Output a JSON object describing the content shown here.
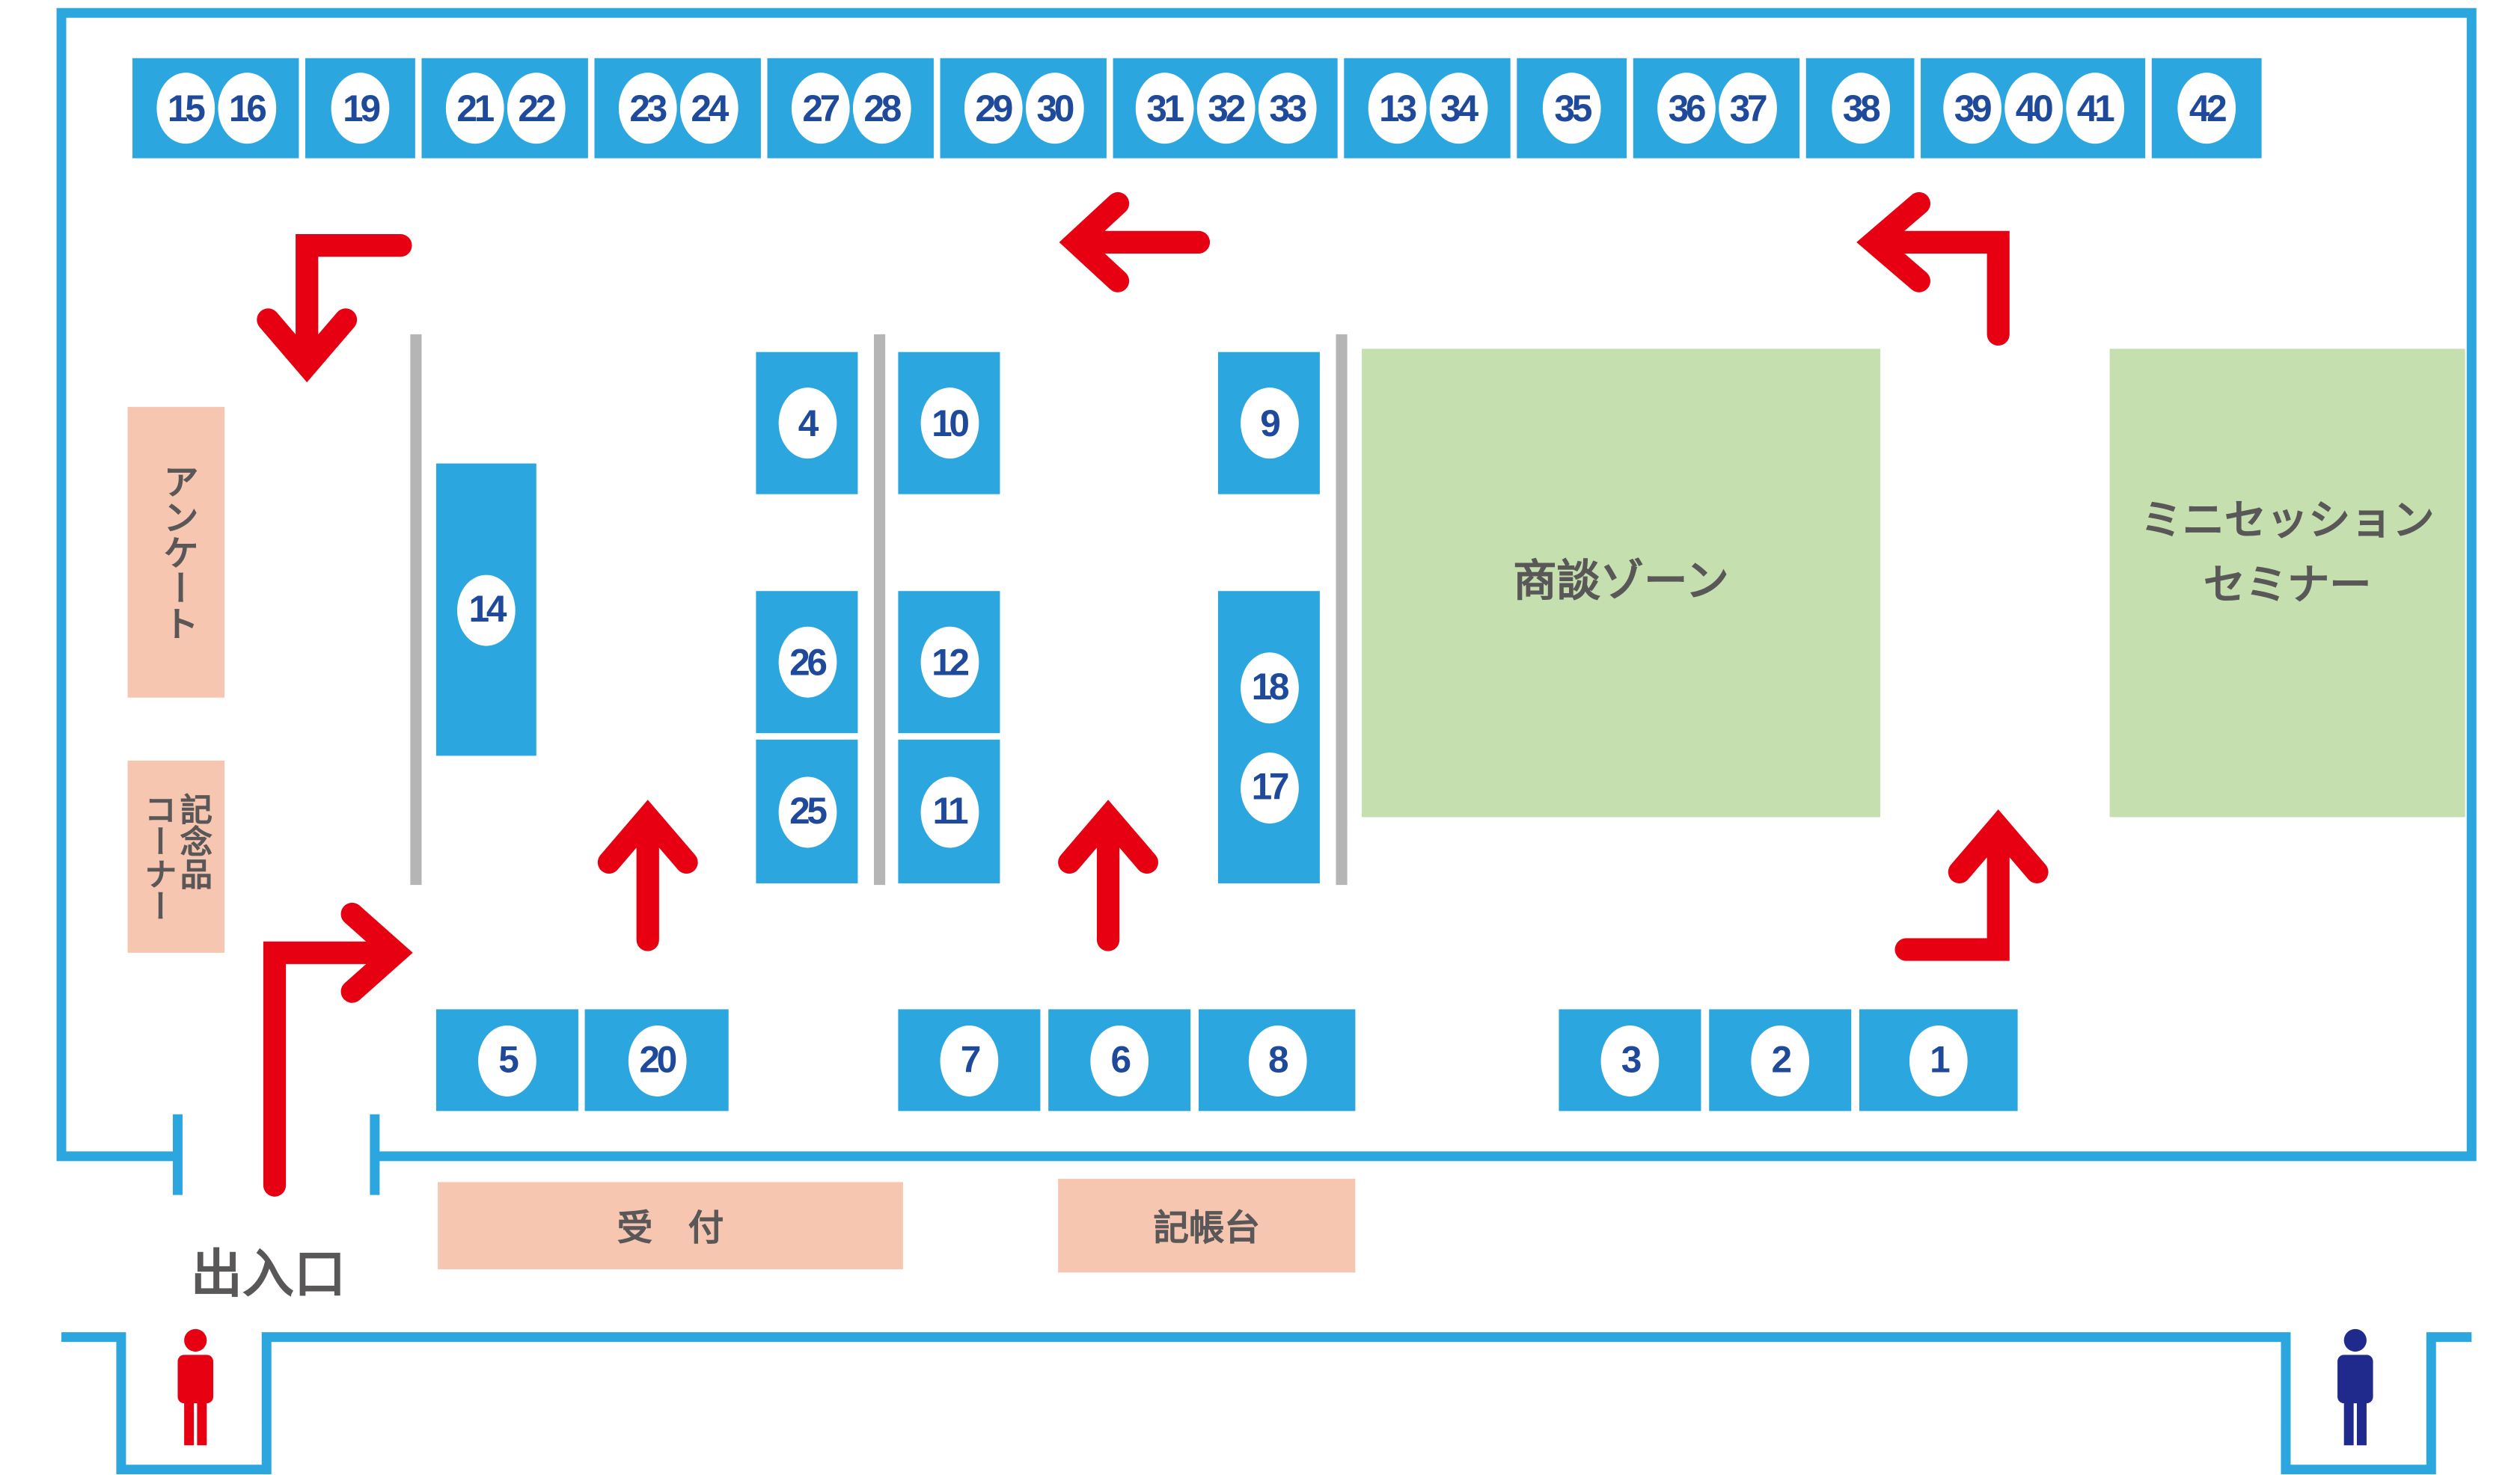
{
  "colors": {
    "booth": "#2ba6df",
    "number": "#1f4a9c",
    "wall": "#2ba6df",
    "arrow": "#e60012",
    "zone": "#c5e0ae",
    "desk": "#f6c6b0",
    "text": "#595757",
    "person_left": "#e60012",
    "person_right": "#1f2a8c"
  },
  "top_row": [
    [
      "15",
      "16"
    ],
    [
      "19"
    ],
    [
      "21",
      "22"
    ],
    [
      "23",
      "24"
    ],
    [
      "27",
      "28"
    ],
    [
      "29",
      "30"
    ],
    [
      "31",
      "32",
      "33"
    ],
    [
      "13",
      "34"
    ],
    [
      "35"
    ],
    [
      "36",
      "37"
    ],
    [
      "38"
    ],
    [
      "39",
      "40",
      "41"
    ],
    [
      "42"
    ]
  ],
  "middle_booths": [
    [
      "14"
    ],
    [
      "4"
    ],
    [
      "10"
    ],
    [
      "9"
    ],
    [
      "26"
    ],
    [
      "25"
    ],
    [
      "12"
    ],
    [
      "11"
    ],
    [
      "18",
      "17"
    ]
  ],
  "bottom_row": [
    [
      "5"
    ],
    [
      "20"
    ],
    [
      "7"
    ],
    [
      "6"
    ],
    [
      "8"
    ],
    [
      "3"
    ],
    [
      "2"
    ],
    [
      "1"
    ]
  ],
  "zones": {
    "negotiation": "商談ゾーン",
    "seminar_line1": "ミニセッション",
    "seminar_line2": "セミナー",
    "survey": "アンケート",
    "gift_line1": "記念品",
    "gift_line2": "コーナー",
    "reception": "受　付",
    "guestbook": "記帳台",
    "entrance": "出入口"
  }
}
